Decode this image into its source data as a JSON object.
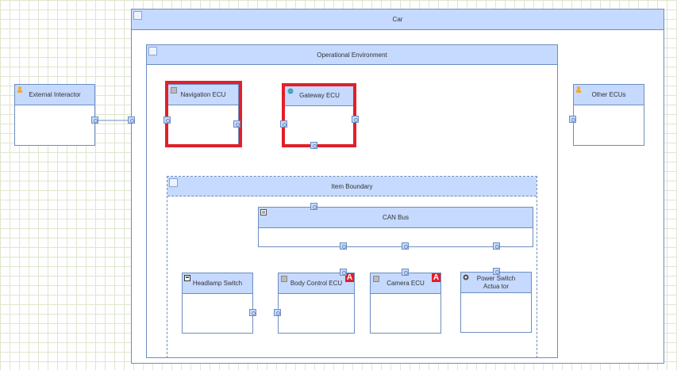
{
  "blocks": {
    "car": "Car",
    "operational_environment": "Operational Environment",
    "item_boundary": "Item Boundary",
    "external_interactor": "External Interactor",
    "navigation_ecu": "Navigation ECU",
    "gateway_ecu": "Gateway ECU",
    "other_ecus": "Other ECUs",
    "can_bus": "CAN Bus",
    "headlamp_switch": "Headlamp Switch",
    "body_control_ecu": "Body Control ECU",
    "camera_ecu": "Camera ECU",
    "power_switch_actuator": "Power Switch Actua tor"
  },
  "badges": {
    "body_control_ecu": "A",
    "camera_ecu": "A"
  },
  "icons": {
    "external_interactor": "person-icon",
    "navigation_ecu": "component-icon",
    "gateway_ecu": "globe-icon",
    "other_ecus": "person-icon",
    "can_bus": "bus-icon",
    "headlamp_switch": "switch-icon",
    "body_control_ecu": "component-icon",
    "camera_ecu": "component-icon",
    "power_switch_actuator": "gear-icon"
  },
  "colors": {
    "header": "#c6d9ff",
    "border": "#6c8ebf",
    "selection": "#e0202a",
    "grid": "#dfe6cf"
  }
}
